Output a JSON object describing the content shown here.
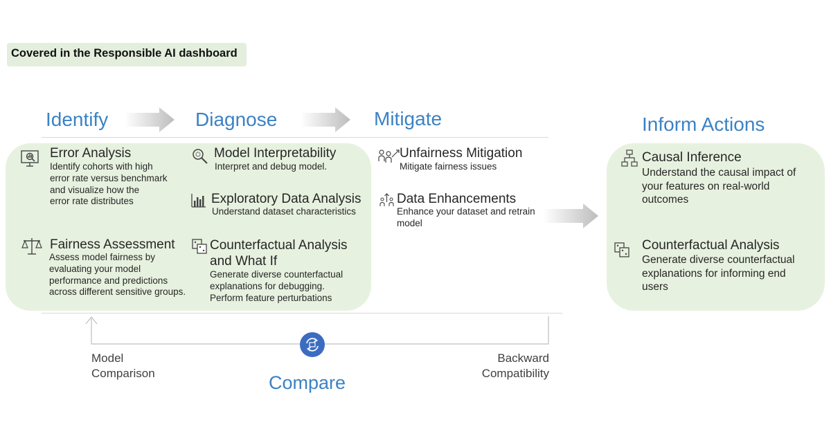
{
  "legend": {
    "label": "Covered in the Responsible AI dashboard"
  },
  "stages": {
    "identify": "Identify",
    "diagnose": "Diagnose",
    "mitigate": "Mitigate",
    "inform": "Inform Actions"
  },
  "items": {
    "error_analysis": {
      "title": "Error Analysis",
      "desc": [
        "Identify cohorts with high",
        "error rate versus benchmark",
        "and visualize how the",
        "error rate distributes"
      ]
    },
    "fairness_assessment": {
      "title": "Fairness Assessment",
      "desc": [
        "Assess model fairness by",
        "evaluating your model",
        "performance and predictions",
        "across different sensitive groups."
      ]
    },
    "model_interpretability": {
      "title": "Model Interpretability",
      "desc": [
        "Interpret and debug model."
      ]
    },
    "eda": {
      "title": "Exploratory Data Analysis",
      "desc": [
        "Understand dataset characteristics"
      ]
    },
    "counterfactual_diag": {
      "title": [
        "Counterfactual Analysis",
        "and What If"
      ],
      "desc": [
        "Generate diverse counterfactual",
        "explanations for debugging.",
        "Perform feature perturbations"
      ]
    },
    "unfairness_mitigation": {
      "title": "Unfairness Mitigation",
      "desc": [
        "Mitigate fairness issues"
      ]
    },
    "data_enhancements": {
      "title": "Data Enhancements",
      "desc": [
        "Enhance your dataset and retrain",
        "model"
      ]
    },
    "causal_inference": {
      "title": "Causal Inference",
      "desc": [
        "Understand the causal impact of",
        "your features on real-world",
        "outcomes"
      ]
    },
    "counterfactual_inform": {
      "title": "Counterfactual Analysis",
      "desc": [
        "Generate diverse counterfactual",
        "explanations for informing end",
        "users"
      ]
    }
  },
  "compare": {
    "title": "Compare",
    "left_label": [
      "Model",
      "Comparison"
    ],
    "right_label": [
      "Backward",
      "Compatibility"
    ]
  },
  "colors": {
    "accent_blue": "#3b82c4",
    "panel_green": "#e7f1df",
    "legend_green": "#e3eedd"
  }
}
